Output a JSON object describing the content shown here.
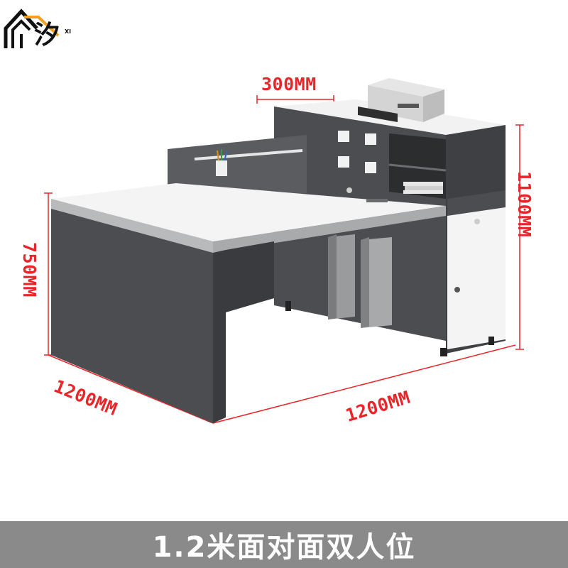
{
  "logo": {
    "char": "汐",
    "sub": "XI"
  },
  "dimensions": {
    "hutch_depth": "300MM",
    "hutch_height": "1100MM",
    "desk_height": "750MM",
    "desk_depth": "1200MM",
    "desk_width": "1200MM"
  },
  "caption": "1.2米面对面双人位",
  "colors": {
    "dimension_red": "#e8262a",
    "panel_dark": "#4d4f52",
    "desktop_white": "#f4f4f4",
    "caption_bar": "#8a8a8a"
  }
}
